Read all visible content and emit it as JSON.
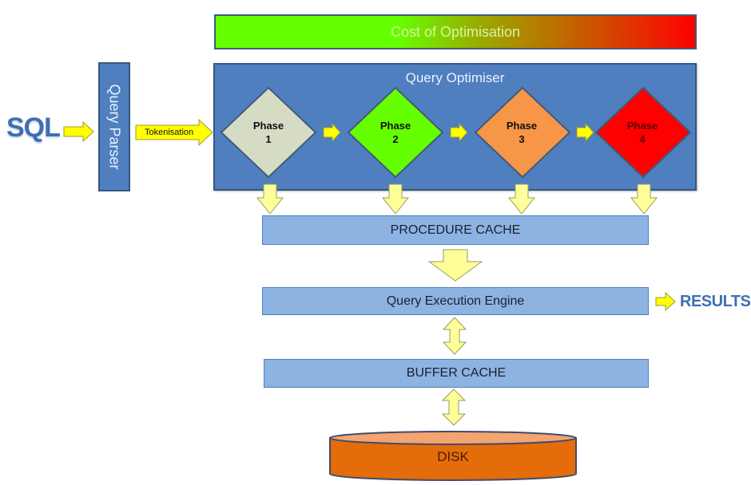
{
  "diagram": {
    "cost_bar": {
      "label": "Cost of Optimisation",
      "gradient_from": "#66ff00",
      "gradient_to": "#ff0000"
    },
    "input": {
      "label": "SQL"
    },
    "parser": {
      "label": "Query Parser"
    },
    "tokenisation": {
      "label": "Tokenisation"
    },
    "optimiser": {
      "title": "Query Optimiser",
      "phases": [
        {
          "label": "Phase",
          "number": "1",
          "color": "#d6dcc4"
        },
        {
          "label": "Phase",
          "number": "2",
          "color": "#66ff00"
        },
        {
          "label": "Phase",
          "number": "3",
          "color": "#f79646"
        },
        {
          "label": "Phase",
          "number": "4",
          "color": "#ff0000"
        }
      ]
    },
    "procedure_cache": {
      "label": "PROCEDURE CACHE"
    },
    "execution_engine": {
      "label": "Query Execution Engine"
    },
    "results": {
      "label": "RESULTS"
    },
    "buffer_cache": {
      "label": "BUFFER CACHE"
    },
    "disk": {
      "label": "DISK",
      "color": "#e46c0a"
    },
    "colors": {
      "box_blue": "#4f7fbf",
      "light_blue": "#8db3e2",
      "arrow_yellow": "#ffff00",
      "arrow_pale": "#ffff99"
    }
  }
}
